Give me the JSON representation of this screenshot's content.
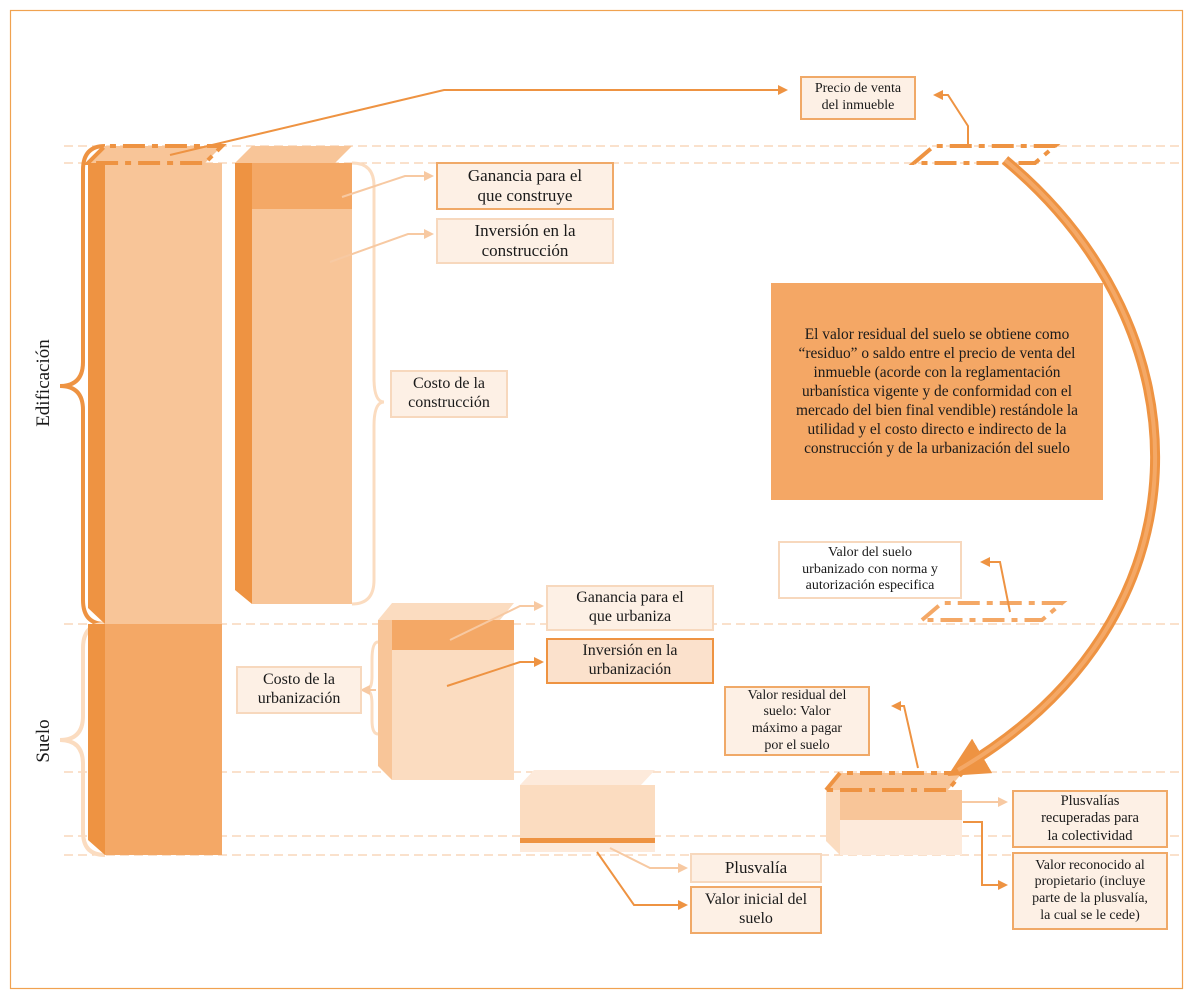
{
  "side_labels": {
    "edificacion": "Edificación",
    "suelo": "Suelo"
  },
  "labels": {
    "precio_venta": "Precio de venta\ndel inmueble",
    "ganancia_construye": "Ganancia para el\nque construye",
    "inversion_construccion": "Inversión en la\nconstrucción",
    "costo_construccion": "Costo de la\nconstrucción",
    "valor_suelo_urbanizado": "Valor del suelo\nurbanizado con norma y\nautorización especifica",
    "ganancia_urbaniza": "Ganancia para el\nque urbaniza",
    "inversion_urbanizacion": "Inversión en la\nurbanización",
    "costo_urbanizacion": "Costo de la\nurbanización",
    "valor_residual": "Valor residual del\nsuelo: Valor\nmáximo a pagar\npor el suelo",
    "plusvalias_recuperadas": "Plusvalías\nrecuperadas para\nla colectividad",
    "valor_reconocido": "Valor reconocido al\npropietario (incluye\nparte de la plusvalía,\nla cual se le cede)",
    "plusvalia": "Plusvalía",
    "valor_inicial": "Valor inicial del\nsuelo"
  },
  "explanation": "El valor residual del suelo se obtiene como “residuo” o saldo entre el precio de venta del inmueble (acorde con la reglamentación urbanística vigente y de conformidad con el mercado del bien final vendible) restándole la utilidad  y el costo directo e indirecto de la construcción y de la urbanización del suelo",
  "colors": {
    "frame": "#f0a250",
    "dark": "#ee9342",
    "mid": "#f4a866",
    "light": "#f8c598",
    "pale": "#fbdcc0",
    "very_pale": "#fdeadb"
  }
}
